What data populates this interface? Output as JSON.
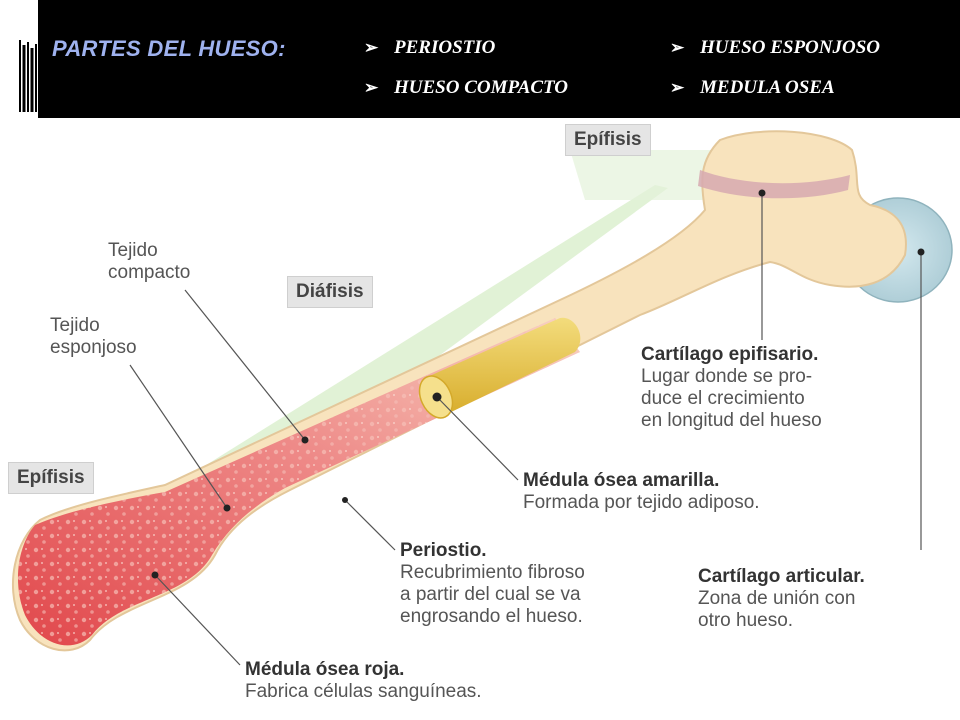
{
  "header": {
    "title": "PARTES DEL HUESO:",
    "bullet_icon": "arrowhead-bullet-icon",
    "items": [
      "PERIOSTIO",
      "HUESO ESPONJOSO",
      "HUESO COMPACTO",
      "MEDULA OSEA"
    ],
    "background": "#000000",
    "title_color": "#9fb2ef"
  },
  "regions": {
    "epifisis_top": "Epífisis",
    "diafisis": "Diáfisis",
    "epifisis_bottom": "Epífisis"
  },
  "labels": {
    "tejido_compacto": [
      "Tejido",
      "compacto"
    ],
    "tejido_esponjoso": [
      "Tejido",
      "esponjoso"
    ],
    "cartilago_epifisario": {
      "title": "Cartílago epifisario.",
      "lines": [
        "Lugar donde se pro-",
        "duce el crecimiento",
        "en longitud del hueso"
      ]
    },
    "medula_amarilla": {
      "title": "Médula ósea amarilla.",
      "lines": [
        "Formada por tejido adiposo."
      ]
    },
    "periostio": {
      "title": "Periostio.",
      "lines": [
        "Recubrimiento fibroso",
        "a partir del cual se va",
        "engrosando el hueso."
      ]
    },
    "cartilago_articular": {
      "title": "Cartílago articular.",
      "lines": [
        "Zona de unión con",
        "otro hueso."
      ]
    },
    "medula_roja": {
      "title": "Médula ósea roja.",
      "lines": [
        "Fabrica células sanguíneas."
      ]
    }
  },
  "colors": {
    "bone": "#f8e3bd",
    "marrow_red": "#e2585a",
    "marrow_yellow": "#e9c64c",
    "cartilage_articular": "#bcd7de",
    "growth_plate": "#d7a9b0",
    "highlight": "#d7efc9"
  }
}
